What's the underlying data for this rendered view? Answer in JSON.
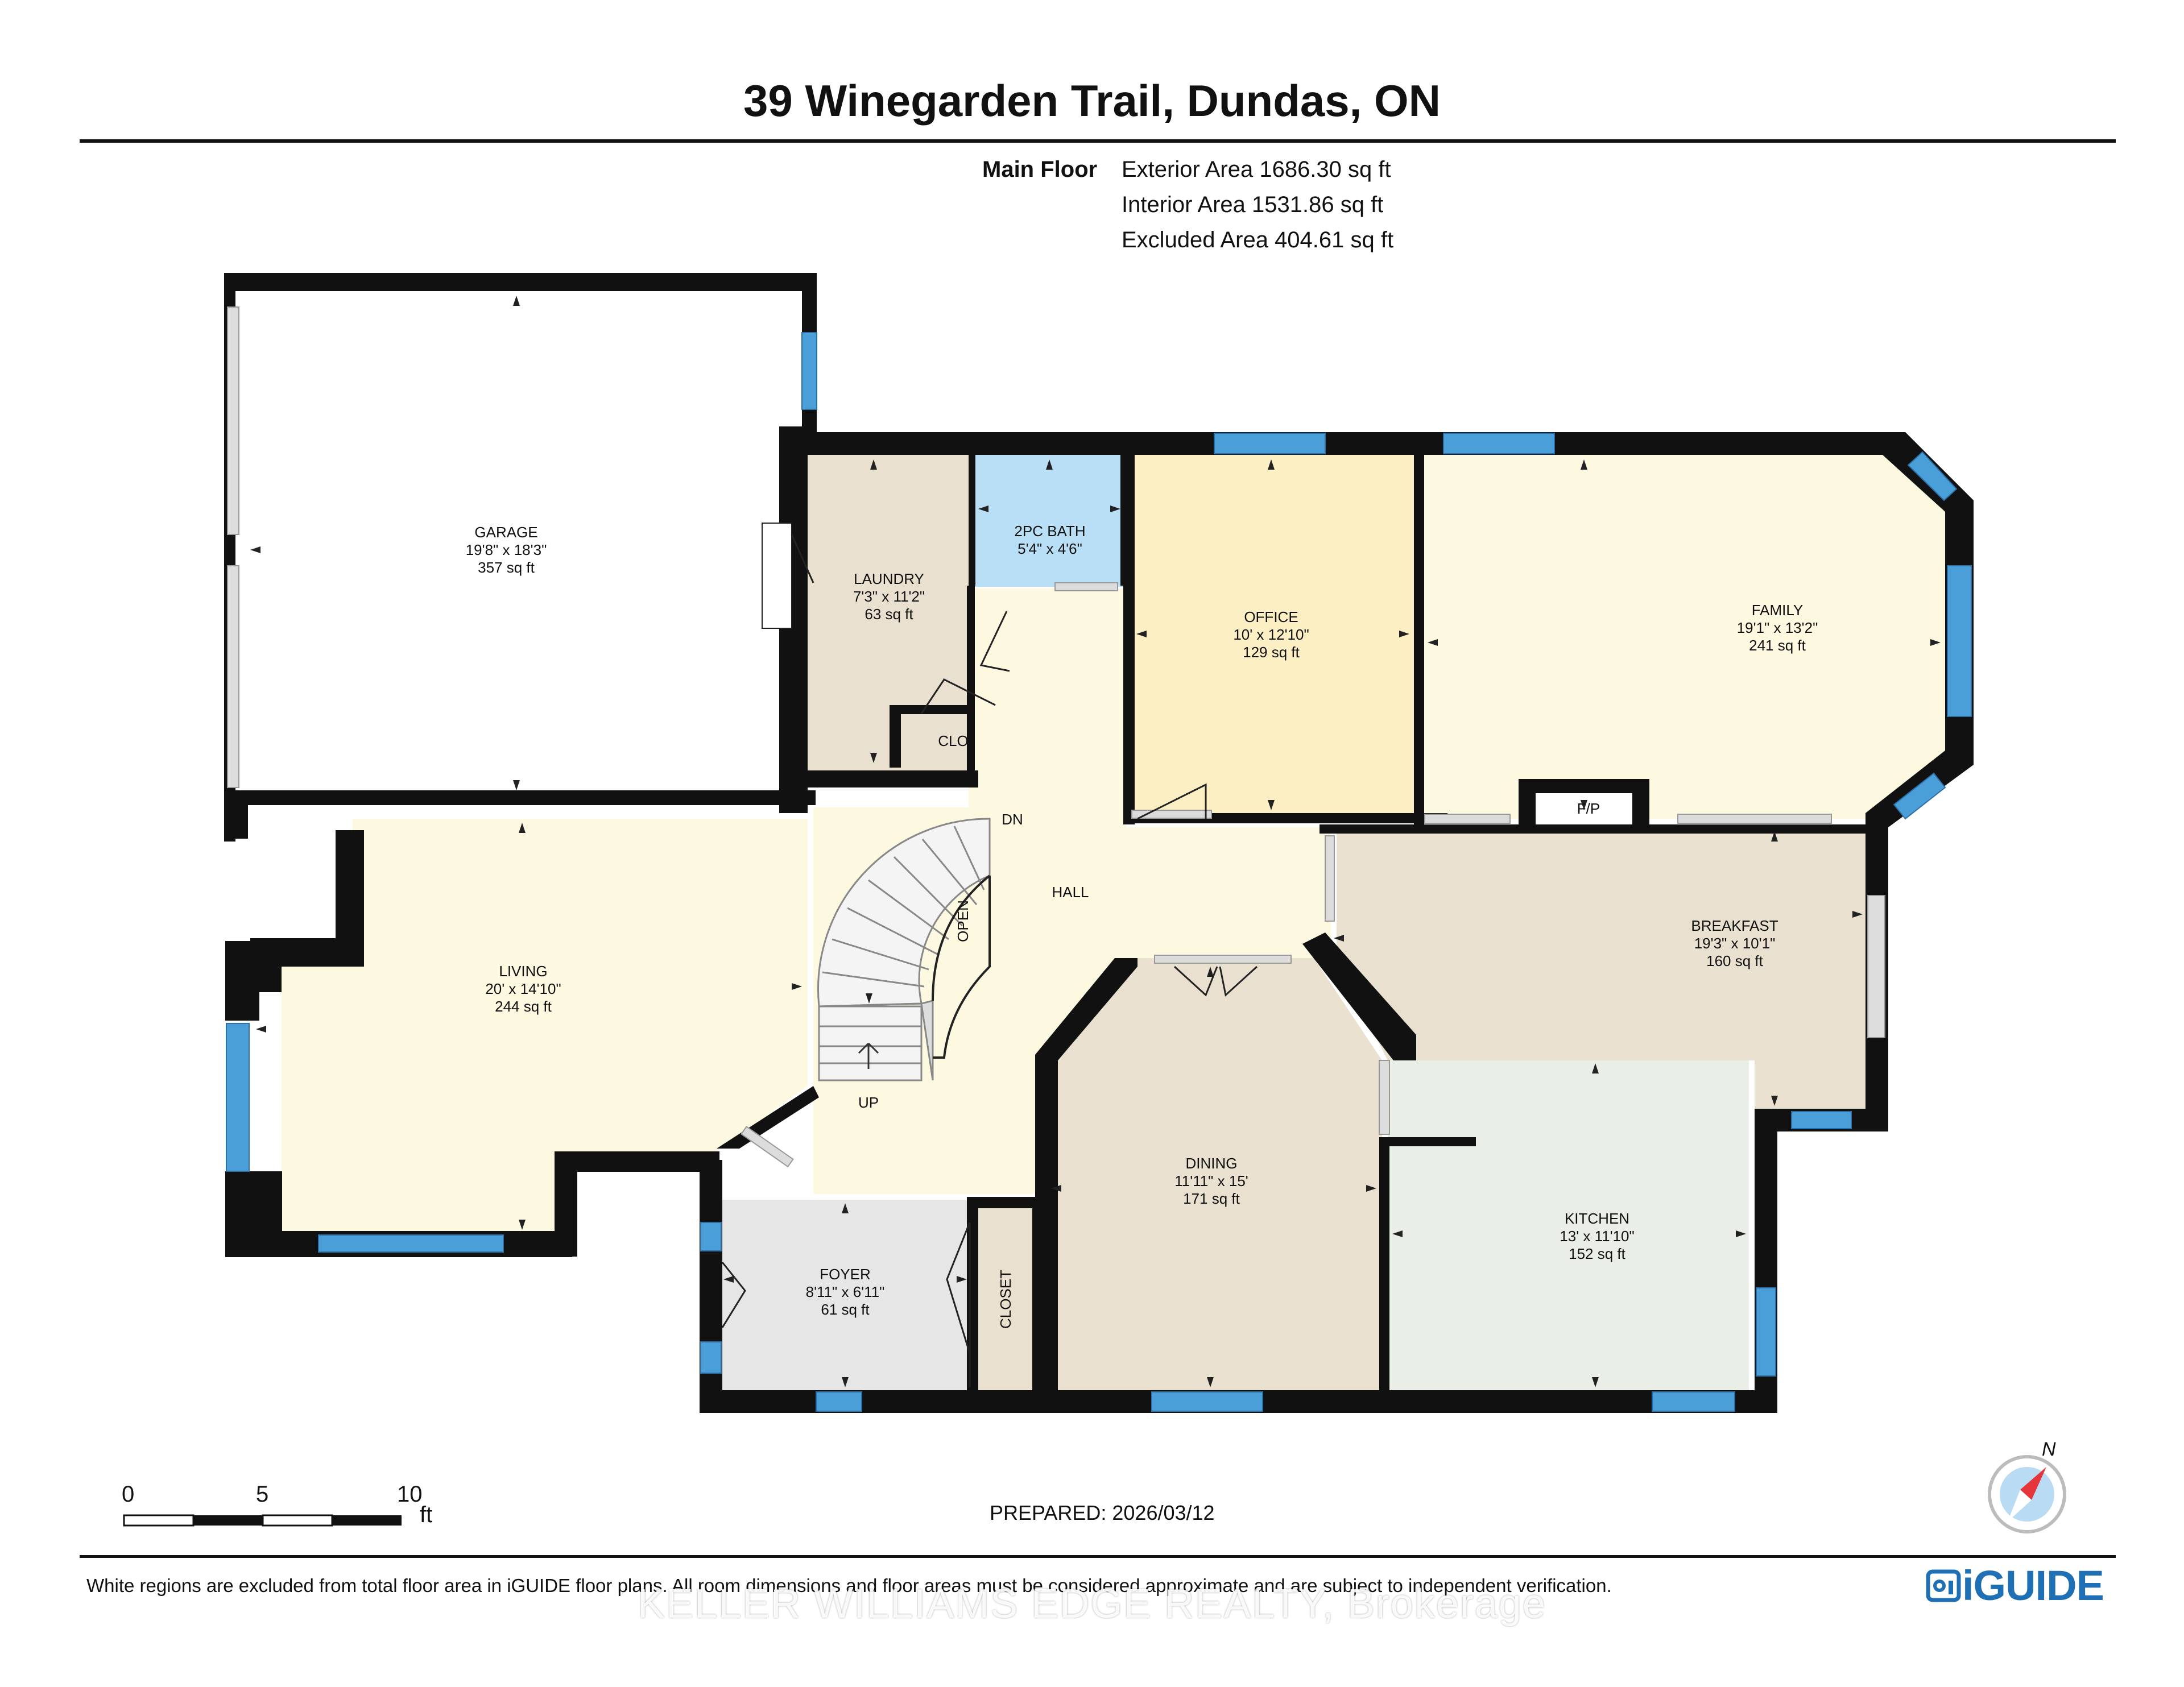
{
  "title": "39 Winegarden Trail, Dundas, ON",
  "floor": {
    "name": "Main Floor",
    "exterior_area": "Exterior Area 1686.30 sq ft",
    "interior_area": "Interior Area 1531.86 sq ft",
    "excluded_area": "Excluded Area 404.61 sq ft"
  },
  "rooms": [
    {
      "id": "garage",
      "name": "GARAGE",
      "dims": "19'8\" x 18'3\"",
      "area": "357 sq ft",
      "fill": "#ffffff"
    },
    {
      "id": "laundry",
      "name": "LAUNDRY",
      "dims": "7'3\" x 11'2\"",
      "area": "63 sq ft",
      "fill": "#e9e0cf"
    },
    {
      "id": "bath",
      "name": "2PC BATH",
      "dims": "5'4\" x 4'6\"",
      "area": "",
      "fill": "#b9dff6"
    },
    {
      "id": "office",
      "name": "OFFICE",
      "dims": "10' x 12'10\"",
      "area": "129 sq ft",
      "fill": "#fdefc4"
    },
    {
      "id": "family",
      "name": "FAMILY",
      "dims": "19'1\" x 13'2\"",
      "area": "241 sq ft",
      "fill": "#fdf9e1"
    },
    {
      "id": "breakfast",
      "name": "BREAKFAST",
      "dims": "19'3\" x 10'1\"",
      "area": "160 sq ft",
      "fill": "#e9e0cf"
    },
    {
      "id": "living",
      "name": "LIVING",
      "dims": "20' x 14'10\"",
      "area": "244 sq ft",
      "fill": "#fdf9e1"
    },
    {
      "id": "dining",
      "name": "DINING",
      "dims": "11'11\" x 15'",
      "area": "171 sq ft",
      "fill": "#e9e0cf"
    },
    {
      "id": "kitchen",
      "name": "KITCHEN",
      "dims": "13' x 11'10\"",
      "area": "152 sq ft",
      "fill": "#e9efe6"
    },
    {
      "id": "foyer",
      "name": "FOYER",
      "dims": "8'11\" x 6'11\"",
      "area": "61 sq ft",
      "fill": "#e6e6e6"
    },
    {
      "id": "hall",
      "name": "HALL",
      "dims": "",
      "area": "",
      "fill": "#fdf9e1"
    }
  ],
  "labels": {
    "clo": "CLO",
    "closet": "CLOSET",
    "fp": "F/P",
    "dn": "DN",
    "up": "UP",
    "open": "OPEN"
  },
  "scale": {
    "zero": "0",
    "five": "5",
    "ten": "10",
    "unit": "ft"
  },
  "compass": {
    "north": "N"
  },
  "prepared": "PREPARED: 2026/03/12",
  "footer_note": "White regions are excluded from total floor area in iGUIDE floor plans. All room dimensions and floor areas must be considered approximate and are subject to independent verification.",
  "watermark": "KELLER WILLIAMS EDGE REALTY, Brokerage",
  "brand": "iGUIDE",
  "colors": {
    "wall": "#111111",
    "window": "#4a9fd8",
    "brand": "#1f6fb5"
  }
}
